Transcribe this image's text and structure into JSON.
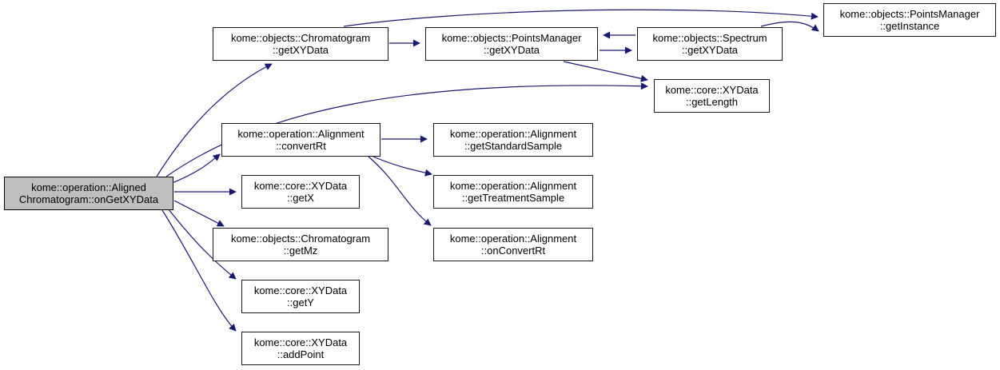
{
  "diagram": {
    "type": "call-graph",
    "colors": {
      "edge": "#191970",
      "node_border": "#1a1a1a",
      "node_fill": "#ffffff",
      "highlight_fill": "#bfbfbf",
      "text": "#000000",
      "background": "#ffffff"
    },
    "nodes": [
      {
        "id": "aligned-ongetxydata",
        "line1": "kome::operation::Aligned",
        "line2": "Chromatogram::onGetXYData",
        "highlighted": true
      },
      {
        "id": "chromatogram-getxydata",
        "line1": "kome::objects::Chromatogram",
        "line2": "::getXYData",
        "highlighted": false
      },
      {
        "id": "pointsmanager-getxydata",
        "line1": "kome::objects::PointsManager",
        "line2": "::getXYData",
        "highlighted": false
      },
      {
        "id": "spectrum-getxydata",
        "line1": "kome::objects::Spectrum",
        "line2": "::getXYData",
        "highlighted": false
      },
      {
        "id": "pointsmanager-getinstance",
        "line1": "kome::objects::PointsManager",
        "line2": "::getInstance",
        "highlighted": false
      },
      {
        "id": "xydata-getlength",
        "line1": "kome::core::XYData",
        "line2": "::getLength",
        "highlighted": false
      },
      {
        "id": "alignment-convertrt",
        "line1": "kome::operation::Alignment",
        "line2": "::convertRt",
        "highlighted": false
      },
      {
        "id": "alignment-getstandardsample",
        "line1": "kome::operation::Alignment",
        "line2": "::getStandardSample",
        "highlighted": false
      },
      {
        "id": "xydata-getx",
        "line1": "kome::core::XYData",
        "line2": "::getX",
        "highlighted": false
      },
      {
        "id": "alignment-gettreatmentsample",
        "line1": "kome::operation::Alignment",
        "line2": "::getTreatmentSample",
        "highlighted": false
      },
      {
        "id": "chromatogram-getmz",
        "line1": "kome::objects::Chromatogram",
        "line2": "::getMz",
        "highlighted": false
      },
      {
        "id": "alignment-onconvertrt",
        "line1": "kome::operation::Alignment",
        "line2": "::onConvertRt",
        "highlighted": false
      },
      {
        "id": "xydata-gety",
        "line1": "kome::core::XYData",
        "line2": "::getY",
        "highlighted": false
      },
      {
        "id": "xydata-addpoint",
        "line1": "kome::core::XYData",
        "line2": "::addPoint",
        "highlighted": false
      }
    ],
    "edges": [
      {
        "from": "aligned-ongetxydata",
        "to": "chromatogram-getxydata"
      },
      {
        "from": "aligned-ongetxydata",
        "to": "xydata-getlength"
      },
      {
        "from": "aligned-ongetxydata",
        "to": "alignment-convertrt"
      },
      {
        "from": "aligned-ongetxydata",
        "to": "xydata-getx"
      },
      {
        "from": "aligned-ongetxydata",
        "to": "chromatogram-getmz"
      },
      {
        "from": "aligned-ongetxydata",
        "to": "xydata-gety"
      },
      {
        "from": "aligned-ongetxydata",
        "to": "xydata-addpoint"
      },
      {
        "from": "chromatogram-getxydata",
        "to": "pointsmanager-getxydata"
      },
      {
        "from": "chromatogram-getxydata",
        "to": "pointsmanager-getinstance"
      },
      {
        "from": "spectrum-getxydata",
        "to": "pointsmanager-getxydata"
      },
      {
        "from": "pointsmanager-getxydata",
        "to": "spectrum-getxydata"
      },
      {
        "from": "pointsmanager-getxydata",
        "to": "xydata-getlength"
      },
      {
        "from": "spectrum-getxydata",
        "to": "pointsmanager-getinstance"
      },
      {
        "from": "alignment-convertrt",
        "to": "alignment-getstandardsample"
      },
      {
        "from": "alignment-convertrt",
        "to": "alignment-gettreatmentsample"
      },
      {
        "from": "alignment-convertrt",
        "to": "alignment-onconvertrt"
      }
    ]
  }
}
